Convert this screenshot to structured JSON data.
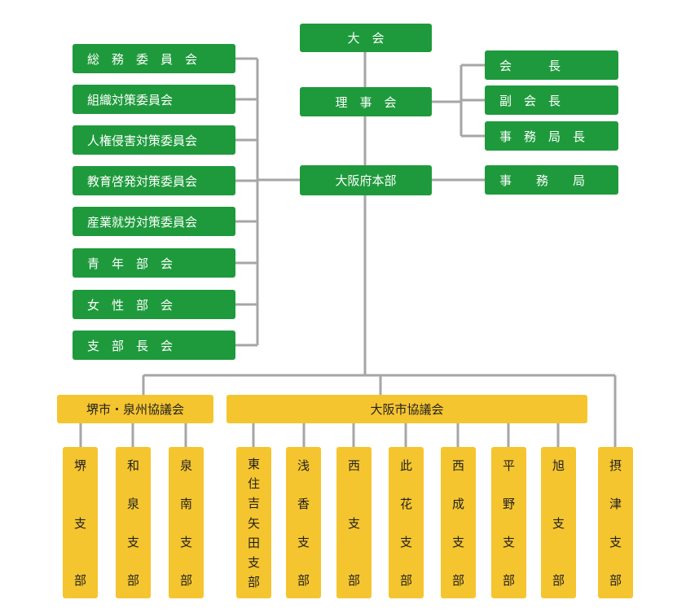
{
  "top": {
    "taikai": "大　会",
    "rijikai": "理　事　会",
    "honbu": "大阪府本部"
  },
  "officers": [
    "会　　　長",
    "副　会　長",
    "事　務　局　長"
  ],
  "secretariat": "事　　務　　局",
  "committees": [
    "総　務　委　員　会",
    "組織対策委員会",
    "人権侵害対策委員会",
    "教育啓発対策委員会",
    "産業就労対策委員会",
    "青　年　部　会",
    "女　性　部　会",
    "支　部　長　会"
  ],
  "councils": {
    "sakai": "堺市・泉州協議会",
    "osaka": "大阪市協議会"
  },
  "branches": [
    [
      "堺",
      "支",
      "部"
    ],
    [
      "和",
      "泉",
      "支",
      "部"
    ],
    [
      "泉",
      "南",
      "支",
      "部"
    ],
    [
      "東",
      "住",
      "吉",
      "矢",
      "田",
      "支",
      "部"
    ],
    [
      "浅",
      "香",
      "支",
      "部"
    ],
    [
      "西",
      "支",
      "部"
    ],
    [
      "此",
      "花",
      "支",
      "部"
    ],
    [
      "西",
      "成",
      "支",
      "部"
    ],
    [
      "平",
      "野",
      "支",
      "部"
    ],
    [
      "旭",
      "支",
      "部"
    ],
    [
      "摂",
      "津",
      "支",
      "部"
    ]
  ],
  "colors": {
    "green": "#1e9a3c",
    "yellow": "#f5c52f",
    "line": "#a6a6a6"
  }
}
